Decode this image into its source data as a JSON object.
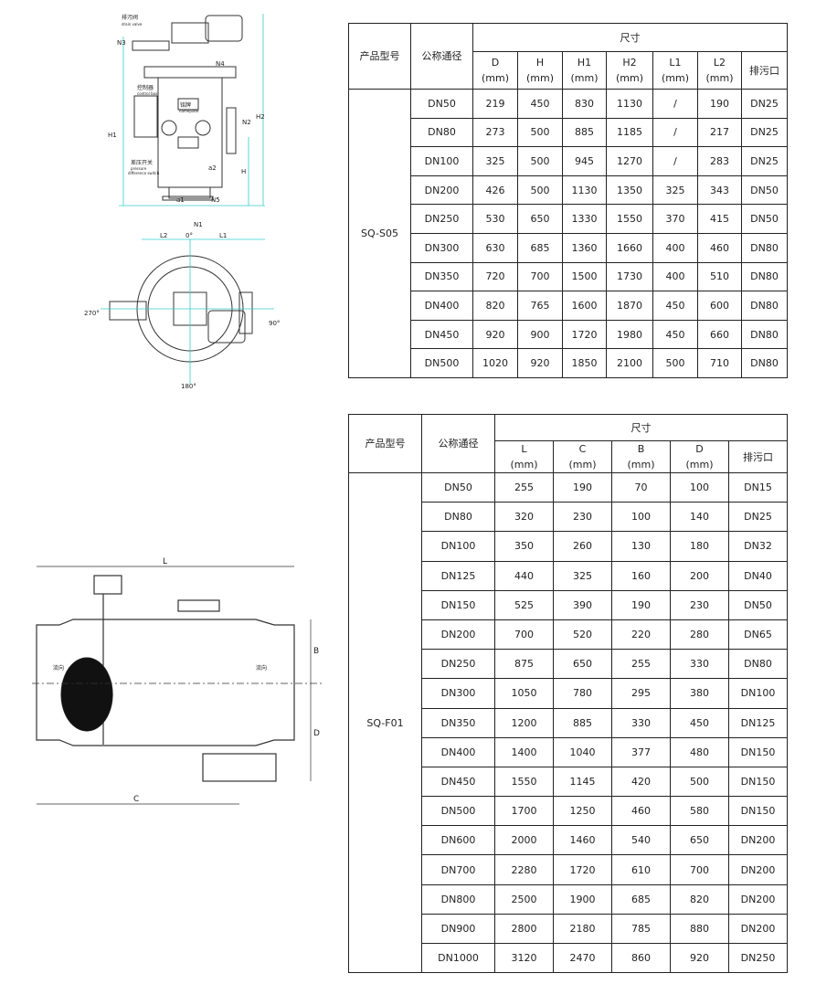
{
  "drawing_top": {
    "labels": {
      "drain_valve_cn": "排污阀",
      "drain_valve_en": "drain valve",
      "control_cn": "控制器",
      "control_en": "control box",
      "nameplate_cn": "铭牌",
      "nameplate_en": "nameplate",
      "switch_cn": "差压开关",
      "switch_en1": "pressure",
      "switch_en2": "difference switch",
      "n1": "N1",
      "n2": "N2",
      "n3": "N3",
      "n4": "N4",
      "n5": "N5",
      "a1": "a1",
      "a2": "a2",
      "h": "H",
      "h1": "H1",
      "h2": "H2",
      "l1": "L1",
      "l2": "L2",
      "deg0": "0°",
      "deg90": "90°",
      "deg180": "180°",
      "deg270": "270°"
    }
  },
  "drawing_bottom": {
    "labels": {
      "l": "L",
      "b": "B",
      "d": "D",
      "c": "C",
      "flow1": "流向",
      "flow2": "流向"
    }
  },
  "table_s05": {
    "headers": {
      "model": "产品型号",
      "dn": "公称通径",
      "size": "尺寸",
      "cols": [
        [
          "D",
          "(mm)"
        ],
        [
          "H",
          "(mm)"
        ],
        [
          "H1",
          "(mm)"
        ],
        [
          "H2",
          "(mm)"
        ],
        [
          "L1",
          "(mm)"
        ],
        [
          "L2",
          "(mm)"
        ]
      ],
      "drain": "排污口"
    },
    "model": "SQ-S05",
    "rows": [
      [
        "DN50",
        "219",
        "450",
        "830",
        "1130",
        "/",
        "190",
        "DN25"
      ],
      [
        "DN80",
        "273",
        "500",
        "885",
        "1185",
        "/",
        "217",
        "DN25"
      ],
      [
        "DN100",
        "325",
        "500",
        "945",
        "1270",
        "/",
        "283",
        "DN25"
      ],
      [
        "DN200",
        "426",
        "500",
        "1130",
        "1350",
        "325",
        "343",
        "DN50"
      ],
      [
        "DN250",
        "530",
        "650",
        "1330",
        "1550",
        "370",
        "415",
        "DN50"
      ],
      [
        "DN300",
        "630",
        "685",
        "1360",
        "1660",
        "400",
        "460",
        "DN80"
      ],
      [
        "DN350",
        "720",
        "700",
        "1500",
        "1730",
        "400",
        "510",
        "DN80"
      ],
      [
        "DN400",
        "820",
        "765",
        "1600",
        "1870",
        "450",
        "600",
        "DN80"
      ],
      [
        "DN450",
        "920",
        "900",
        "1720",
        "1980",
        "450",
        "660",
        "DN80"
      ],
      [
        "DN500",
        "1020",
        "920",
        "1850",
        "2100",
        "500",
        "710",
        "DN80"
      ]
    ]
  },
  "table_f01": {
    "headers": {
      "model": "产品型号",
      "dn": "公称通径",
      "size": "尺寸",
      "cols": [
        [
          "L",
          "(mm)"
        ],
        [
          "C",
          "(mm)"
        ],
        [
          "B",
          "(mm)"
        ],
        [
          "D",
          "(mm)"
        ]
      ],
      "drain": "排污口"
    },
    "model": "SQ-F01",
    "rows": [
      [
        "DN50",
        "255",
        "190",
        "70",
        "100",
        "DN15"
      ],
      [
        "DN80",
        "320",
        "230",
        "100",
        "140",
        "DN25"
      ],
      [
        "DN100",
        "350",
        "260",
        "130",
        "180",
        "DN32"
      ],
      [
        "DN125",
        "440",
        "325",
        "160",
        "200",
        "DN40"
      ],
      [
        "DN150",
        "525",
        "390",
        "190",
        "230",
        "DN50"
      ],
      [
        "DN200",
        "700",
        "520",
        "220",
        "280",
        "DN65"
      ],
      [
        "DN250",
        "875",
        "650",
        "255",
        "330",
        "DN80"
      ],
      [
        "DN300",
        "1050",
        "780",
        "295",
        "380",
        "DN100"
      ],
      [
        "DN350",
        "1200",
        "885",
        "330",
        "450",
        "DN125"
      ],
      [
        "DN400",
        "1400",
        "1040",
        "377",
        "480",
        "DN150"
      ],
      [
        "DN450",
        "1550",
        "1145",
        "420",
        "500",
        "DN150"
      ],
      [
        "DN500",
        "1700",
        "1250",
        "460",
        "580",
        "DN150"
      ],
      [
        "DN600",
        "2000",
        "1460",
        "540",
        "650",
        "DN200"
      ],
      [
        "DN700",
        "2280",
        "1720",
        "610",
        "700",
        "DN200"
      ],
      [
        "DN800",
        "2500",
        "1900",
        "685",
        "820",
        "DN200"
      ],
      [
        "DN900",
        "2800",
        "2180",
        "785",
        "880",
        "DN200"
      ],
      [
        "DN1000",
        "3120",
        "2470",
        "860",
        "920",
        "DN250"
      ]
    ]
  }
}
